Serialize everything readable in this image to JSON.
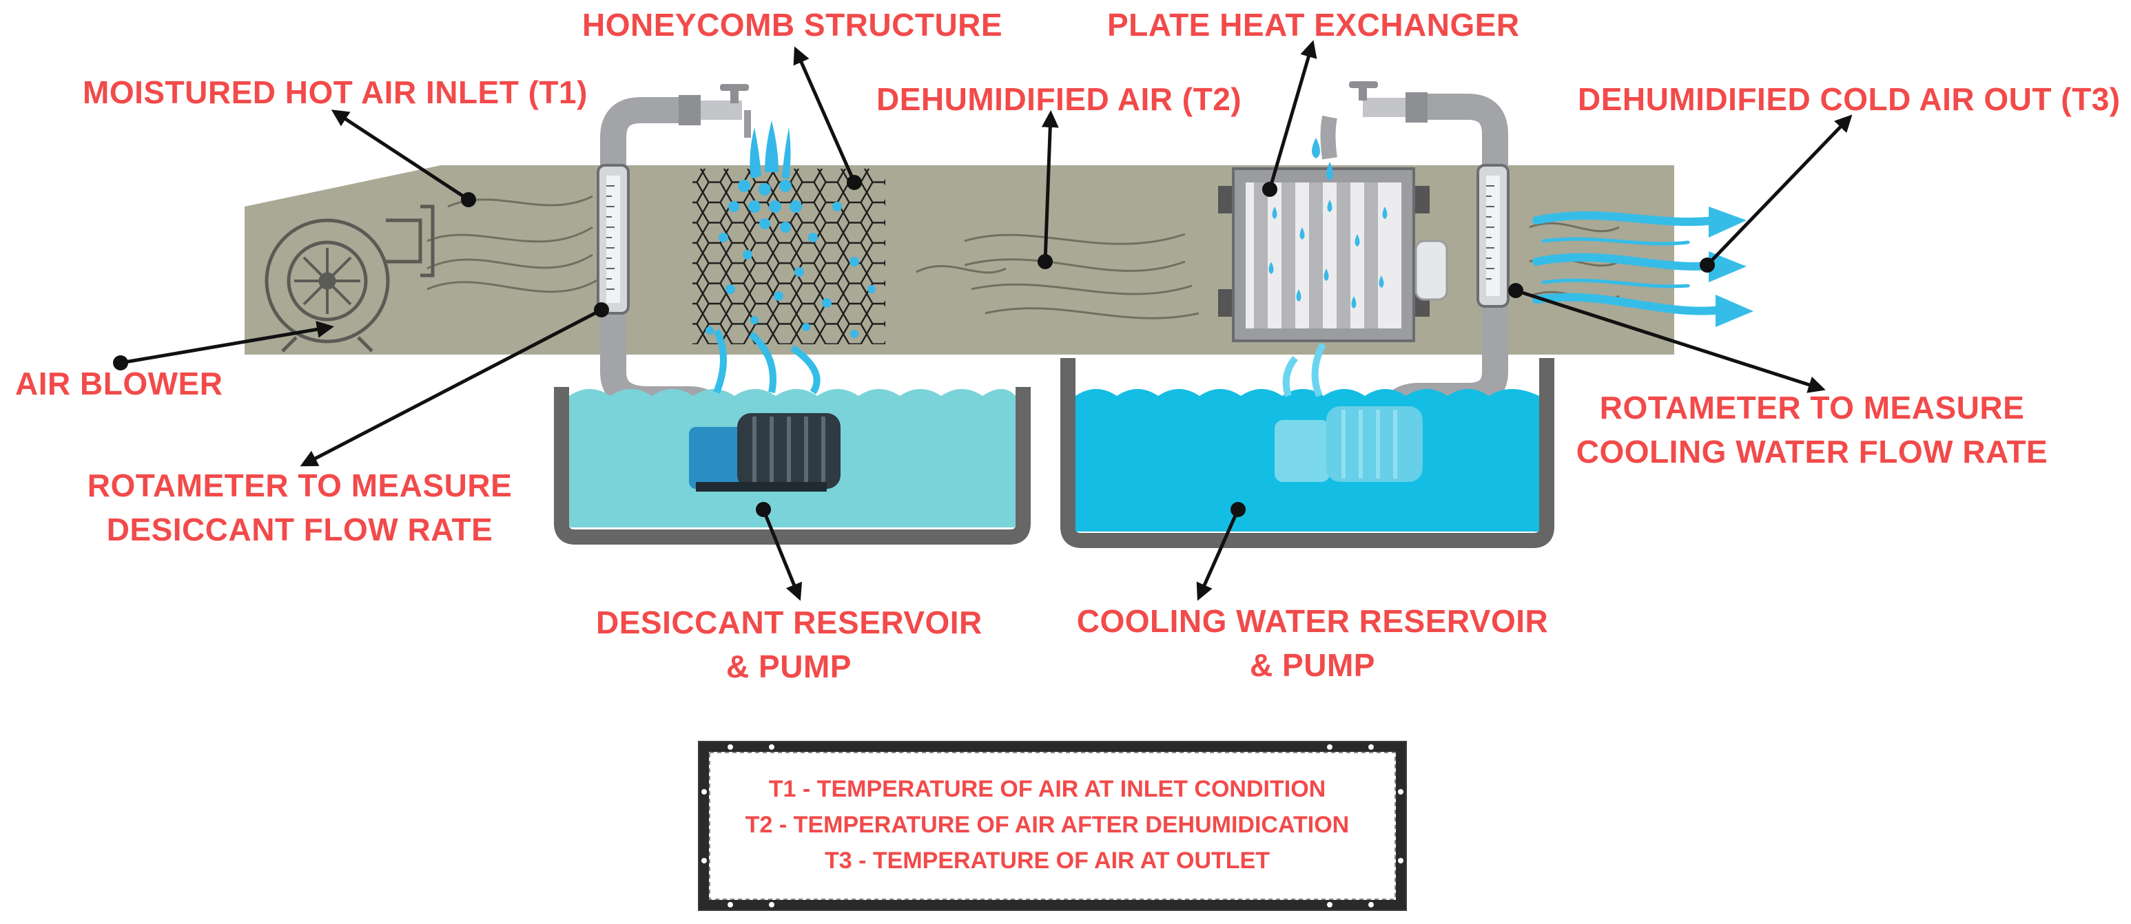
{
  "labels": {
    "honeycomb": "HONEYCOMB STRUCTURE",
    "plate_hx": "PLATE HEAT EXCHANGER",
    "inlet": "MOISTURED HOT AIR INLET (T1)",
    "dehum_air": "DEHUMIDIFIED AIR (T2)",
    "cold_out": "DEHUMIDIFIED COLD AIR OUT (T3)",
    "blower": "AIR BLOWER",
    "rot_desiccant": [
      "ROTAMETER TO MEASURE",
      "DESICCANT FLOW RATE"
    ],
    "rot_cooling": [
      "ROTAMETER TO MEASURE",
      "COOLING WATER  FLOW RATE"
    ],
    "desiccant_res": [
      "DESICCANT RESERVOIR",
      "& PUMP"
    ],
    "cooling_res": [
      "COOLING  WATER RESERVOIR",
      "& PUMP"
    ]
  },
  "legend": [
    "T1 - TEMPERATURE  OF AIR AT INLET CONDITION",
    "T2 - TEMPERATURE OF AIR AFTER DEHUMIDICATION",
    "T3 - TEMPERATURE  OF AIR AT OUTLET"
  ],
  "colors": {
    "label_red": "#f24a4a",
    "duct": "#a9a996",
    "desiccant_water": "#7ad3d8",
    "cooling_water": "#14bde3",
    "droplet": "#2fb7e6",
    "reservoir_frame": "#666666"
  }
}
